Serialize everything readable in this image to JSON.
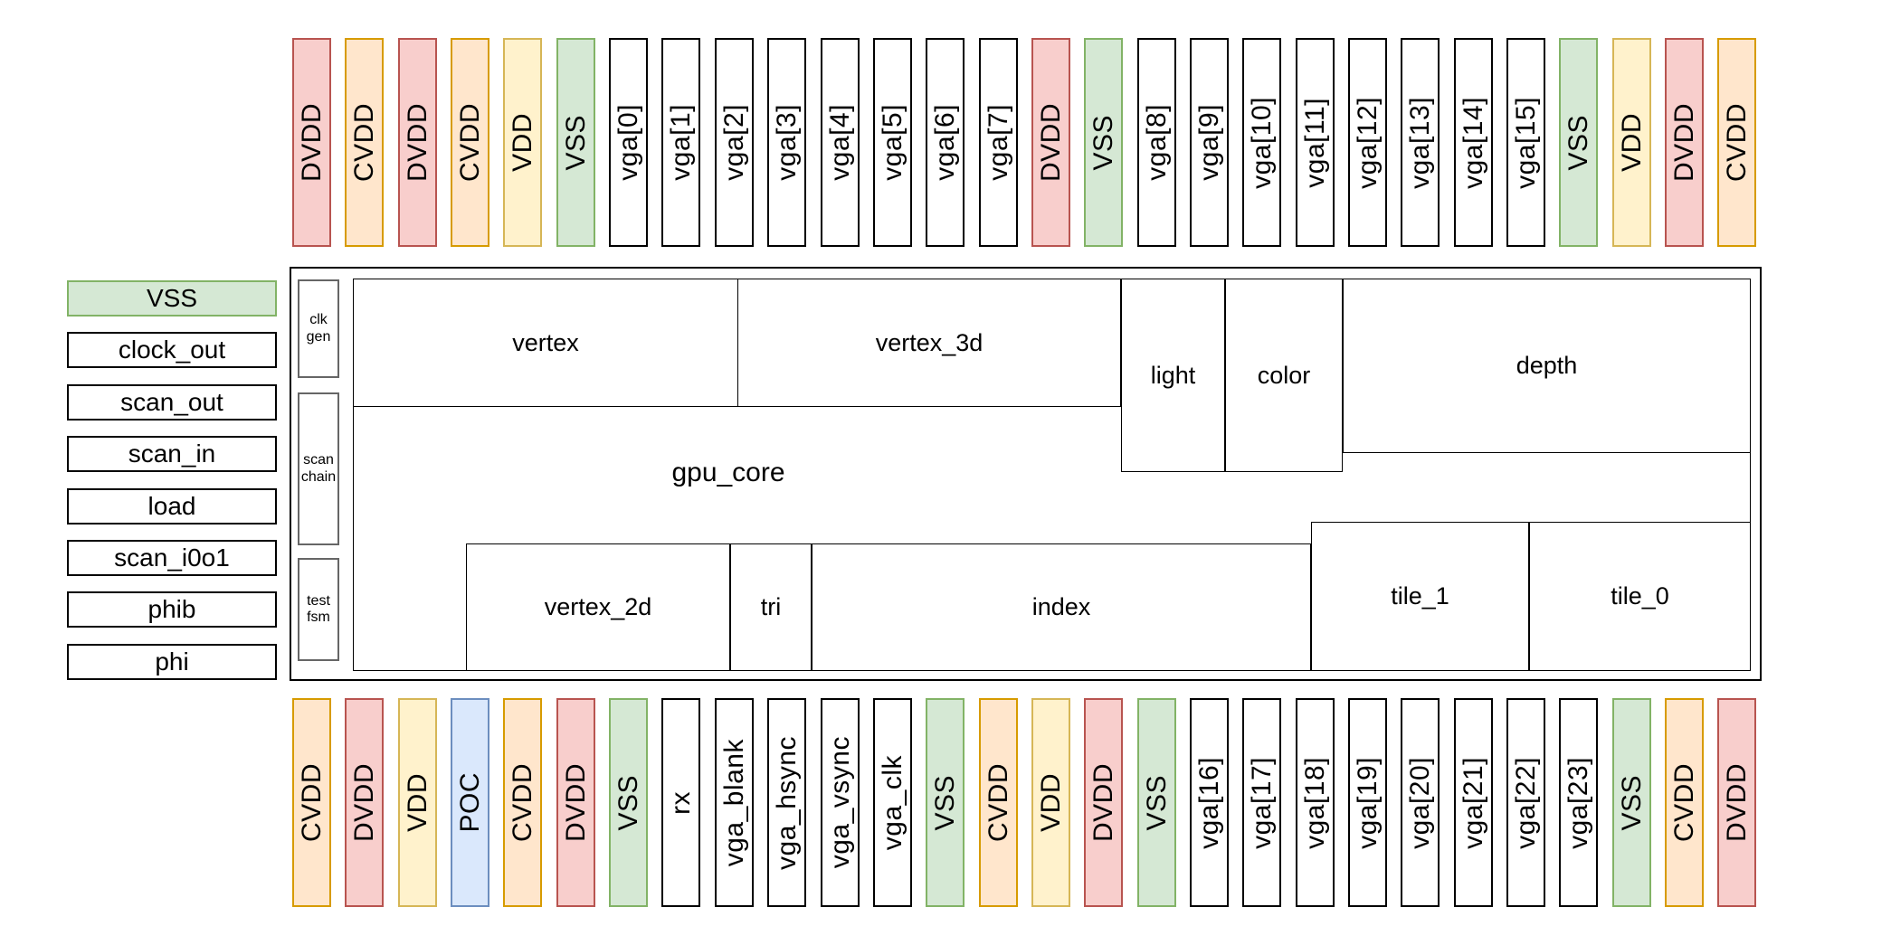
{
  "palette": {
    "dvdd": {
      "fill": "#f8cecc",
      "stroke": "#b85450"
    },
    "cvdd": {
      "fill": "#ffe6cc",
      "stroke": "#d79b00"
    },
    "vdd": {
      "fill": "#fff2cc",
      "stroke": "#d6b656"
    },
    "vss": {
      "fill": "#d5e8d4",
      "stroke": "#82b366"
    },
    "poc": {
      "fill": "#dae8fc",
      "stroke": "#6c8ebf"
    },
    "signal": {
      "fill": "#ffffff",
      "stroke": "#000000"
    }
  },
  "top_pins": [
    {
      "label": "DVDD",
      "type": "dvdd"
    },
    {
      "label": "CVDD",
      "type": "cvdd"
    },
    {
      "label": "DVDD",
      "type": "dvdd"
    },
    {
      "label": "CVDD",
      "type": "cvdd"
    },
    {
      "label": "VDD",
      "type": "vdd"
    },
    {
      "label": "VSS",
      "type": "vss"
    },
    {
      "label": "vga[0]",
      "type": "signal"
    },
    {
      "label": "vga[1]",
      "type": "signal"
    },
    {
      "label": "vga[2]",
      "type": "signal"
    },
    {
      "label": "vga[3]",
      "type": "signal"
    },
    {
      "label": "vga[4]",
      "type": "signal"
    },
    {
      "label": "vga[5]",
      "type": "signal"
    },
    {
      "label": "vga[6]",
      "type": "signal"
    },
    {
      "label": "vga[7]",
      "type": "signal"
    },
    {
      "label": "DVDD",
      "type": "dvdd"
    },
    {
      "label": "VSS",
      "type": "vss"
    },
    {
      "label": "vga[8]",
      "type": "signal"
    },
    {
      "label": "vga[9]",
      "type": "signal"
    },
    {
      "label": "vga[10]",
      "type": "signal"
    },
    {
      "label": "vga[11]",
      "type": "signal"
    },
    {
      "label": "vga[12]",
      "type": "signal"
    },
    {
      "label": "vga[13]",
      "type": "signal"
    },
    {
      "label": "vga[14]",
      "type": "signal"
    },
    {
      "label": "vga[15]",
      "type": "signal"
    },
    {
      "label": "VSS",
      "type": "vss"
    },
    {
      "label": "VDD",
      "type": "vdd"
    },
    {
      "label": "DVDD",
      "type": "dvdd"
    },
    {
      "label": "CVDD",
      "type": "cvdd"
    }
  ],
  "bottom_pins": [
    {
      "label": "CVDD",
      "type": "cvdd"
    },
    {
      "label": "DVDD",
      "type": "dvdd"
    },
    {
      "label": "VDD",
      "type": "vdd"
    },
    {
      "label": "POC",
      "type": "poc"
    },
    {
      "label": "CVDD",
      "type": "cvdd"
    },
    {
      "label": "DVDD",
      "type": "dvdd"
    },
    {
      "label": "VSS",
      "type": "vss"
    },
    {
      "label": "rx",
      "type": "signal"
    },
    {
      "label": "vga_blank",
      "type": "signal"
    },
    {
      "label": "vga_hsync",
      "type": "signal"
    },
    {
      "label": "vga_vsync",
      "type": "signal"
    },
    {
      "label": "vga_clk",
      "type": "signal"
    },
    {
      "label": "VSS",
      "type": "vss"
    },
    {
      "label": "CVDD",
      "type": "cvdd"
    },
    {
      "label": "VDD",
      "type": "vdd"
    },
    {
      "label": "DVDD",
      "type": "dvdd"
    },
    {
      "label": "VSS",
      "type": "vss"
    },
    {
      "label": "vga[16]",
      "type": "signal"
    },
    {
      "label": "vga[17]",
      "type": "signal"
    },
    {
      "label": "vga[18]",
      "type": "signal"
    },
    {
      "label": "vga[19]",
      "type": "signal"
    },
    {
      "label": "vga[20]",
      "type": "signal"
    },
    {
      "label": "vga[21]",
      "type": "signal"
    },
    {
      "label": "vga[22]",
      "type": "signal"
    },
    {
      "label": "vga[23]",
      "type": "signal"
    },
    {
      "label": "VSS",
      "type": "vss"
    },
    {
      "label": "CVDD",
      "type": "cvdd"
    },
    {
      "label": "DVDD",
      "type": "dvdd"
    }
  ],
  "left_pins": [
    {
      "label": "VSS",
      "type": "vss"
    },
    {
      "label": "clock_out",
      "type": "signal"
    },
    {
      "label": "scan_out",
      "type": "signal"
    },
    {
      "label": "scan_in",
      "type": "signal"
    },
    {
      "label": "load",
      "type": "signal"
    },
    {
      "label": "scan_i0o1",
      "type": "signal"
    },
    {
      "label": "phib",
      "type": "signal"
    },
    {
      "label": "phi",
      "type": "signal"
    }
  ],
  "core": {
    "label": "gpu_core",
    "aux_blocks": [
      {
        "id": "clk_gen",
        "label": "clk\ngen"
      },
      {
        "id": "scan_chain",
        "label": "scan\nchain"
      },
      {
        "id": "test_fsm",
        "label": "test\nfsm"
      }
    ],
    "blocks": [
      {
        "id": "vertex",
        "label": "vertex"
      },
      {
        "id": "vertex_3d",
        "label": "vertex_3d"
      },
      {
        "id": "light",
        "label": "light"
      },
      {
        "id": "color",
        "label": "color"
      },
      {
        "id": "depth",
        "label": "depth"
      },
      {
        "id": "vertex_2d",
        "label": "vertex_2d"
      },
      {
        "id": "tri",
        "label": "tri"
      },
      {
        "id": "index",
        "label": "index"
      },
      {
        "id": "tile_1",
        "label": "tile_1"
      },
      {
        "id": "tile_0",
        "label": "tile_0"
      }
    ]
  }
}
